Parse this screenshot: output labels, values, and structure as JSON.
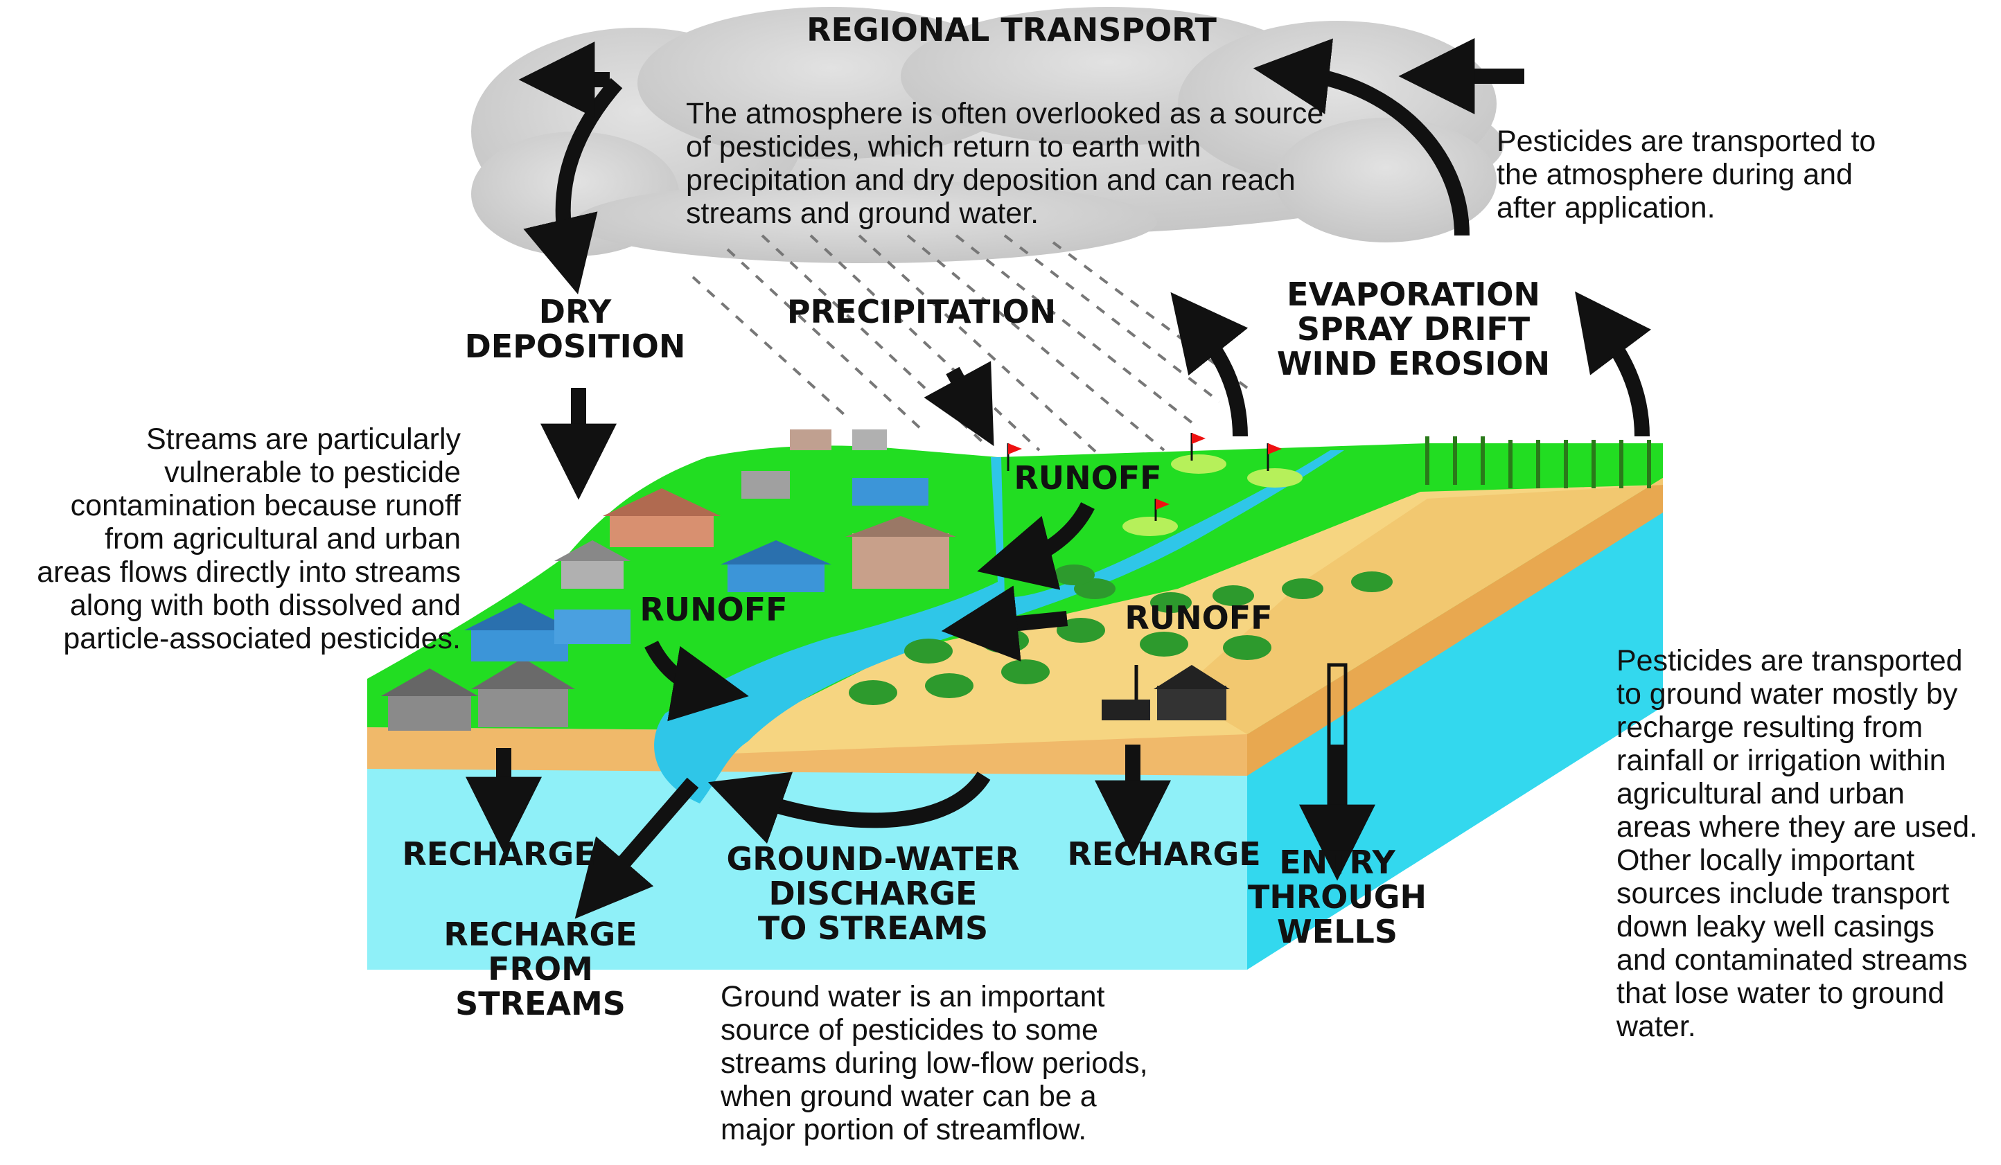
{
  "labels": {
    "regional_transport": "REGIONAL TRANSPORT",
    "dry_deposition": [
      "DRY",
      "DEPOSITION"
    ],
    "precipitation": "PRECIPITATION",
    "evaporation": [
      "EVAPORATION",
      "SPRAY DRIFT",
      "WIND EROSION"
    ],
    "runoff_top": "RUNOFF",
    "runoff_left": "RUNOFF",
    "runoff_right": "RUNOFF",
    "recharge_left": "RECHARGE",
    "recharge_right": "RECHARGE",
    "recharge_from_streams": [
      "RECHARGE",
      "FROM",
      "STREAMS"
    ],
    "groundwater_discharge": [
      "GROUND-WATER",
      "DISCHARGE",
      "TO STREAMS"
    ],
    "entry_through_wells": [
      "ENTRY",
      "THROUGH",
      "WELLS"
    ]
  },
  "notes": {
    "atmosphere": [
      "The atmosphere is often overlooked as a source",
      "of pesticides, which return to earth with",
      "precipitation and dry deposition and can reach",
      "streams and ground water."
    ],
    "transport_to_atmosphere": [
      "Pesticides are transported to",
      "the atmosphere during and",
      "after application."
    ],
    "streams_vulnerable": [
      "Streams are particularly",
      "vulnerable to pesticide",
      "contamination because runoff",
      "from agricultural and urban",
      "areas flows directly into streams",
      "along with both dissolved and",
      "particle-associated pesticides."
    ],
    "ground_water_transport": [
      "Pesticides are transported",
      "to ground water mostly by",
      "recharge resulting from",
      "rainfall or irrigation within",
      "agricultural and urban",
      "areas where they are used.",
      "Other locally important",
      "sources include transport",
      "down leaky well casings",
      "and contaminated streams",
      "that lose water to ground",
      "water."
    ],
    "ground_water_source": [
      "Ground water is an important",
      "source of pesticides to some",
      "streams during low-flow periods,",
      "when ground water can be a",
      "major portion of streamflow."
    ]
  },
  "colors": {
    "grass": "#22dd22",
    "field": "#f6d581",
    "soil_band": "#f0b96a",
    "ground_water": "#8ff0f8",
    "ground_water_side": "#33d8ee",
    "stream": "#2fc6e8",
    "cloud": "#d4d4d4",
    "arrow": "#111111"
  }
}
